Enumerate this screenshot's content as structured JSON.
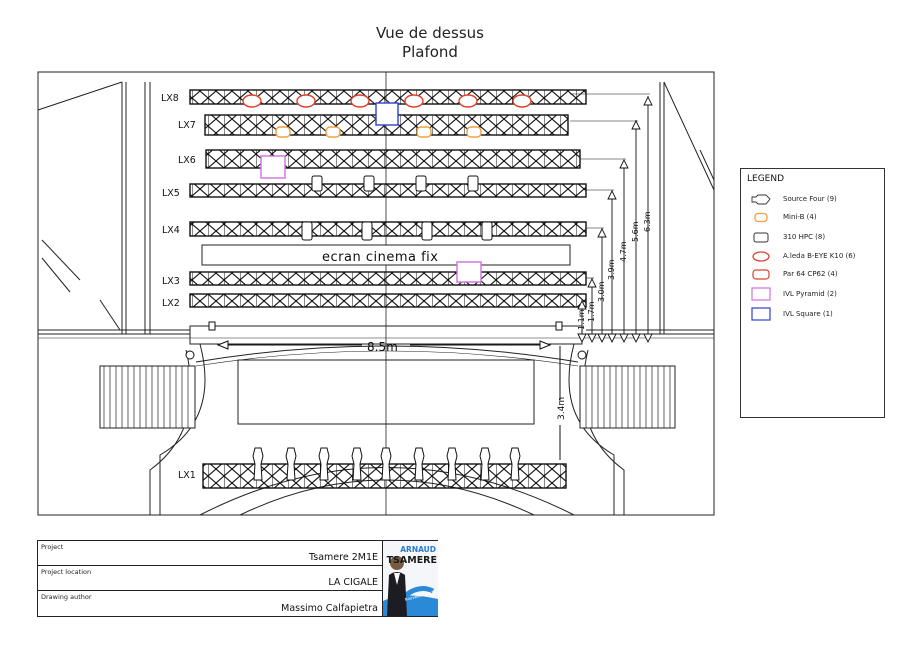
{
  "header": {
    "title": "Vue de dessus",
    "subtitle": "Plafond"
  },
  "plan": {
    "screen_label": "ecran cinema fix",
    "width_dimension": "8.5m",
    "depth_dimension": "3.4m",
    "truss_labels": [
      "LX8",
      "LX7",
      "LX6",
      "LX5",
      "LX4",
      "LX3",
      "LX2",
      "LX1"
    ],
    "height_dimensions": [
      "6.3m",
      "5.6m",
      "4.7m",
      "3.9m",
      "3.0m",
      "1.7m",
      "1.1m"
    ]
  },
  "legend": {
    "title": "LEGEND",
    "items": [
      {
        "label": "Source Four  (9)",
        "icon": "source-four",
        "color": "#333333"
      },
      {
        "label": "Mini-B (4)",
        "icon": "mini-b",
        "color": "#f0a040"
      },
      {
        "label": "310 HPC (8)",
        "icon": "hpc",
        "color": "#333333"
      },
      {
        "label": "A.leda B-EYE K10 (6)",
        "icon": "b-eye",
        "color": "#e0402a"
      },
      {
        "label": "Par 64 CP62 (4)",
        "icon": "par64",
        "color": "#e0402a"
      },
      {
        "label": "IVL Pyramid (2)",
        "icon": "ivl-pyramid",
        "color": "#d070e0"
      },
      {
        "label": "IVL Square (1)",
        "icon": "ivl-square",
        "color": "#3040d0"
      }
    ]
  },
  "title_block": {
    "project_label": "Project",
    "project_value": "Tsamere 2M1E",
    "location_label": "Project location",
    "location_value": "LA CIGALE",
    "author_label": "Drawing author",
    "author_value": "Massimo Calfapietra",
    "logo_line1": "ARNAUD",
    "logo_line2": "TSAMERE",
    "logo_tag": "Nouveau spectacle"
  }
}
